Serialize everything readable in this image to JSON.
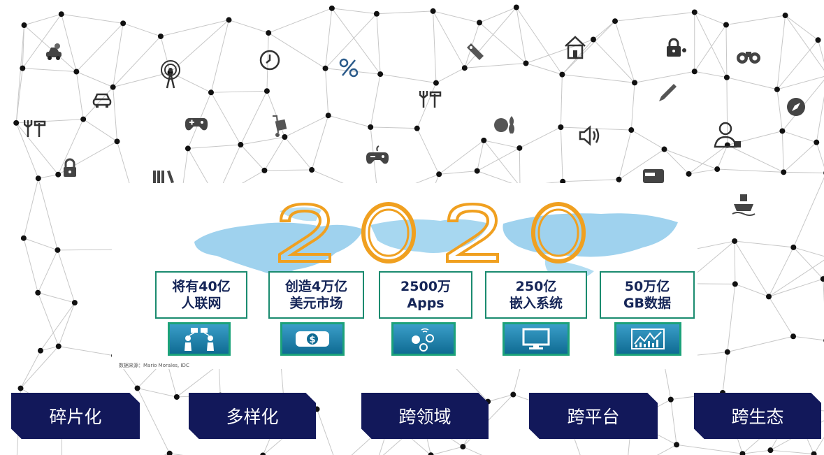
{
  "year": {
    "label": "2020",
    "digits": [
      "2",
      "0",
      "2",
      "0"
    ],
    "color": "#f0a020"
  },
  "stats": [
    {
      "line1": "将有40亿",
      "line2": "人联网",
      "icon": "people-network-icon"
    },
    {
      "line1": "创造4万亿",
      "line2": "美元市场",
      "icon": "dollar-icon"
    },
    {
      "line1": "2500万",
      "line2": "Apps",
      "icon": "apps-icon"
    },
    {
      "line1": "250亿",
      "line2": "嵌入系统",
      "icon": "monitor-icon"
    },
    {
      "line1": "50万亿",
      "line2": "GB数据",
      "icon": "chart-icon"
    }
  ],
  "source": "数据来源：Mario Morales, IDC",
  "tags": [
    "碎片化",
    "多样化",
    "跨领域",
    "跨平台",
    "跨生态"
  ],
  "colors": {
    "tag_bg": "#12185a",
    "stat_border": "#1a8b6f",
    "stat_text": "#152557",
    "tile_border": "#1ca27a"
  },
  "background_icons": [
    "car-icon",
    "car-icon",
    "tools-icon",
    "lock-icon",
    "antenna-icon",
    "game-controller-icon",
    "books-icon",
    "clock-icon",
    "percent-icon",
    "luggage-icon",
    "game-controller-icon",
    "price-tag-icon",
    "tools-icon",
    "bowling-icon",
    "house-icon",
    "speaker-icon",
    "card-icon",
    "lock-icon",
    "pen-icon",
    "binoculars-icon",
    "user-lock-icon",
    "compass-icon",
    "ship-icon"
  ]
}
